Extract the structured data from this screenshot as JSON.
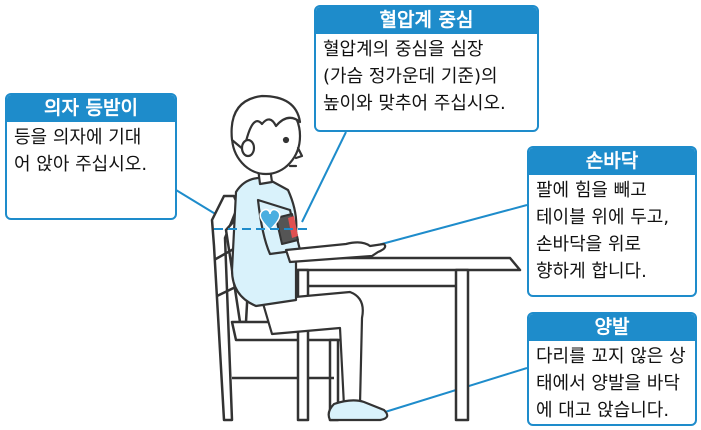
{
  "callouts": {
    "chair_back": {
      "title": "의자 등받이",
      "lines": [
        "등을 의자에 기대",
        "어 앉아 주십시오."
      ]
    },
    "cuff_center": {
      "title": "혈압계 중심",
      "lines": [
        "혈압계의 중심을 심장",
        "(가슴 정가운데 기준)의",
        "높이와 맞추어 주십시오."
      ]
    },
    "palm": {
      "title": "손바닥",
      "lines": [
        "팔에 힘을 빼고",
        "테이블 위에 두고,",
        "손바닥을 위로",
        "향하게 합니다."
      ]
    },
    "feet": {
      "title": "양발",
      "lines": [
        "다리를 꼬지 않은 상",
        "태에서 양발을 바닥",
        "에 대고 앉습니다."
      ]
    }
  },
  "colors": {
    "accent": "#1e8ccb",
    "shirt": "#d9f2fb",
    "heart": "#4aaee0",
    "line": "#333333",
    "skin": "#ffffff"
  },
  "icons": {
    "heart": "heart-icon",
    "cuff": "blood-pressure-cuff-icon"
  }
}
